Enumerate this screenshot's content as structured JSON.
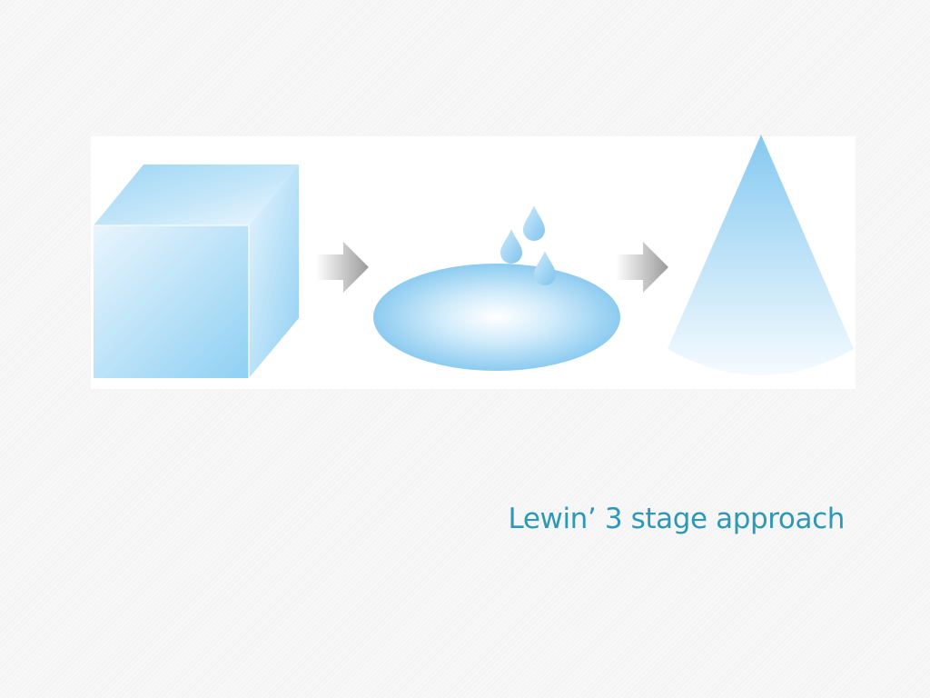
{
  "slide": {
    "caption": "Lewin’ 3 stage approach"
  },
  "diagram": {
    "stages": [
      {
        "id": "unfreeze",
        "shape": "ice-cube"
      },
      {
        "id": "change",
        "shape": "water-puddle-with-drops"
      },
      {
        "id": "refreeze",
        "shape": "ice-cone"
      }
    ],
    "connectors": [
      "arrow-right-icon",
      "arrow-right-icon"
    ],
    "colors": {
      "ice_dark": "#8ccbf0",
      "ice_light": "#f4fbff",
      "arrow_dark": "#9a9a9a",
      "caption": "#2e98b7"
    }
  }
}
